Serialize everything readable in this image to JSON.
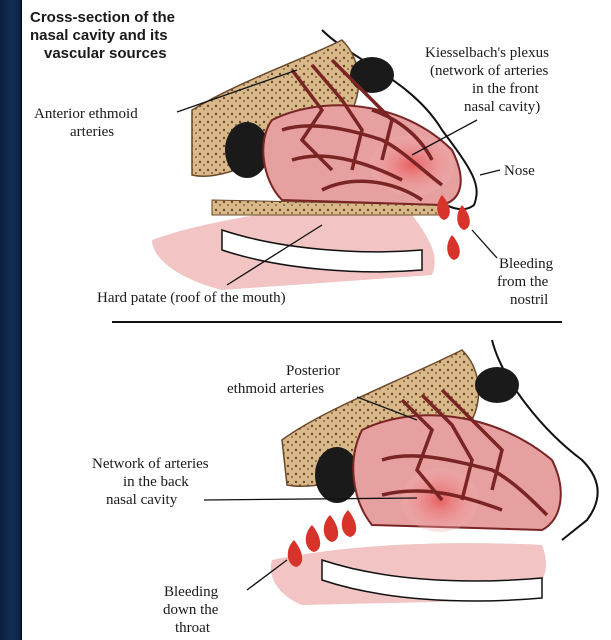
{
  "title": [
    "Cross-section of the",
    "nasal cavity and its",
    "vascular sources"
  ],
  "top_labels": {
    "anterior_ethmoid": [
      "Anterior ethmoid",
      "arteries"
    ],
    "kiesselbach": [
      "Kiesselbach's plexus",
      "(network of arteries",
      "in the front",
      "nasal cavity)"
    ],
    "nose": "Nose",
    "bleeding_nostril": [
      "Bleeding",
      "from the",
      "nostril"
    ],
    "hard_palate": "Hard patate (roof of the mouth)"
  },
  "bottom_labels": {
    "posterior_ethmoid": [
      "Posterior",
      "ethmoid arteries"
    ],
    "back_network": [
      "Network of arteries",
      "in the back",
      "nasal cavity"
    ],
    "bleeding_throat": [
      "Bleeding",
      "down the",
      "throat"
    ]
  },
  "colors": {
    "background": "#000000",
    "side_band": "#132d55",
    "panel": "#ffffff",
    "bone": "#d9b98a",
    "tissue": "#e6a0a0",
    "vessel": "#7a2424",
    "blood": "#d8332a",
    "plexus": "#e8585a"
  }
}
